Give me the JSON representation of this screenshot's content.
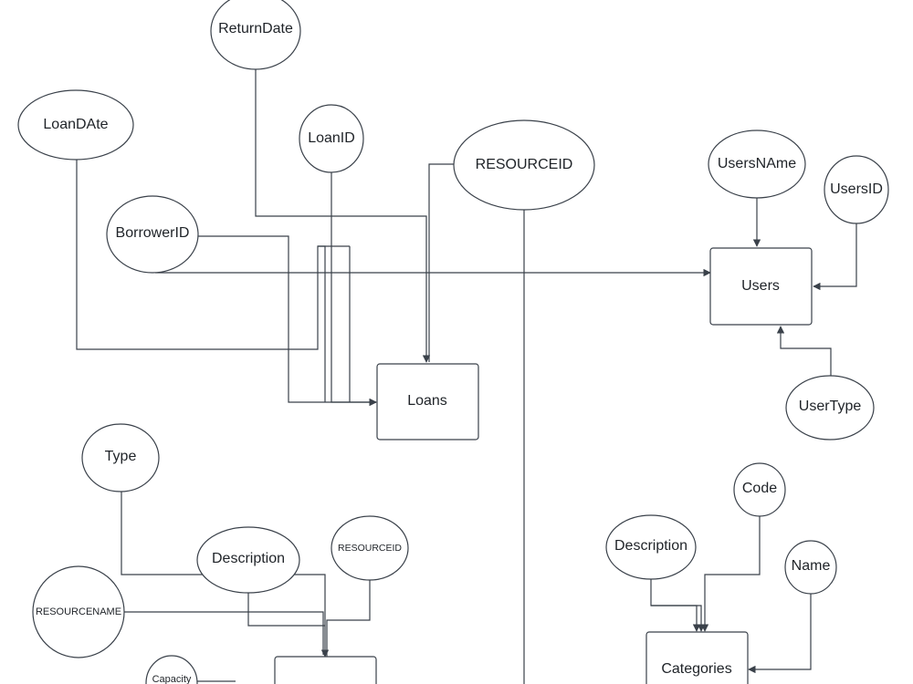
{
  "entities": {
    "users": "Users",
    "loans": "Loans",
    "categories": "Categories",
    "resources": ""
  },
  "attributes": {
    "return_date": "ReturnDate",
    "loan_date": "LoanDAte",
    "loan_id": "LoanID",
    "resource_id_top": "RESOURCEID",
    "borrower_id": "BorrowerID",
    "users_name": "UsersNAme",
    "users_id": "UsersID",
    "user_type": "UserType",
    "type": "Type",
    "description_left": "Description",
    "resource_id_small": "RESOURCEID",
    "resource_name": "RESOURCENAME",
    "capacity": "Capacity",
    "code": "Code",
    "description_right": "Description",
    "name": "Name"
  }
}
